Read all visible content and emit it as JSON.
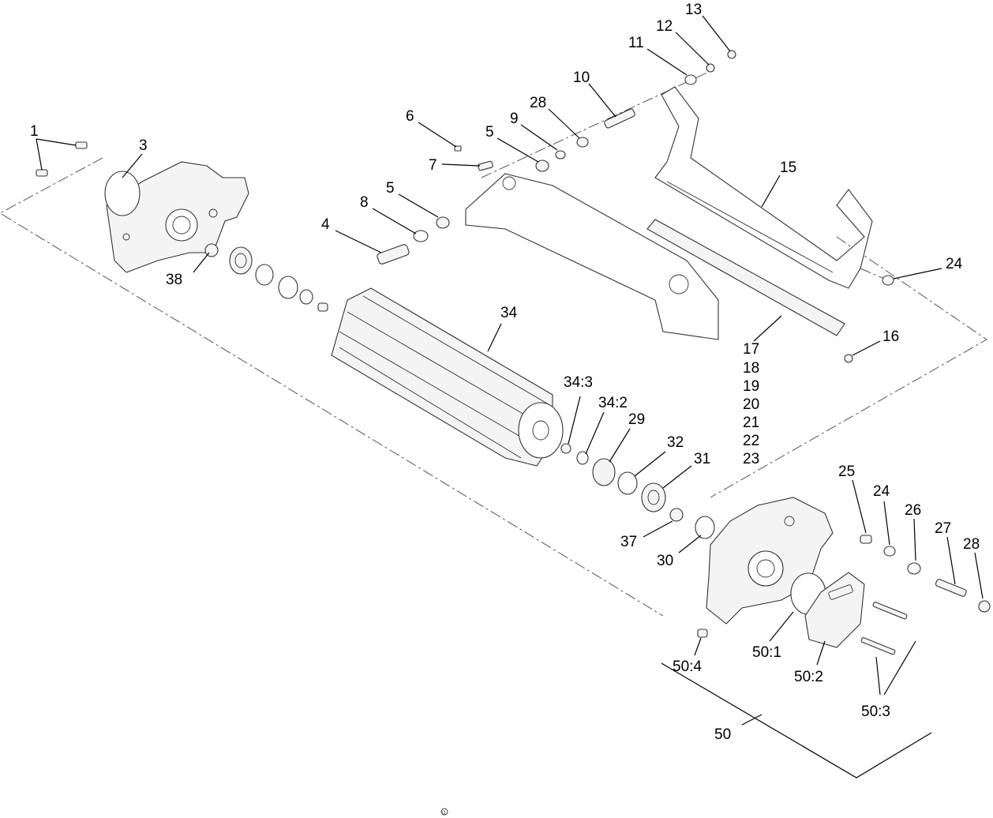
{
  "callouts": {
    "c1": "1",
    "c3": "3",
    "c4": "4",
    "c5a": "5",
    "c5b": "5",
    "c6": "6",
    "c7": "7",
    "c8": "8",
    "c9": "9",
    "c10": "10",
    "c11": "11",
    "c12": "12",
    "c13": "13",
    "c15": "15",
    "c16": "16",
    "c17": "17",
    "c18": "18",
    "c19": "19",
    "c20": "20",
    "c21": "21",
    "c22": "22",
    "c23": "23",
    "c24a": "24",
    "c24b": "24",
    "c25": "25",
    "c26": "26",
    "c27": "27",
    "c28a": "28",
    "c28b": "28",
    "c29": "29",
    "c30": "30",
    "c31": "31",
    "c32": "32",
    "c34": "34",
    "c34_2": "34:2",
    "c34_3": "34:3",
    "c37": "37",
    "c38": "38",
    "c50": "50",
    "c50_1": "50:1",
    "c50_2": "50:2",
    "c50_3": "50:3",
    "c50_4": "50:4"
  },
  "footer_mark": "g"
}
